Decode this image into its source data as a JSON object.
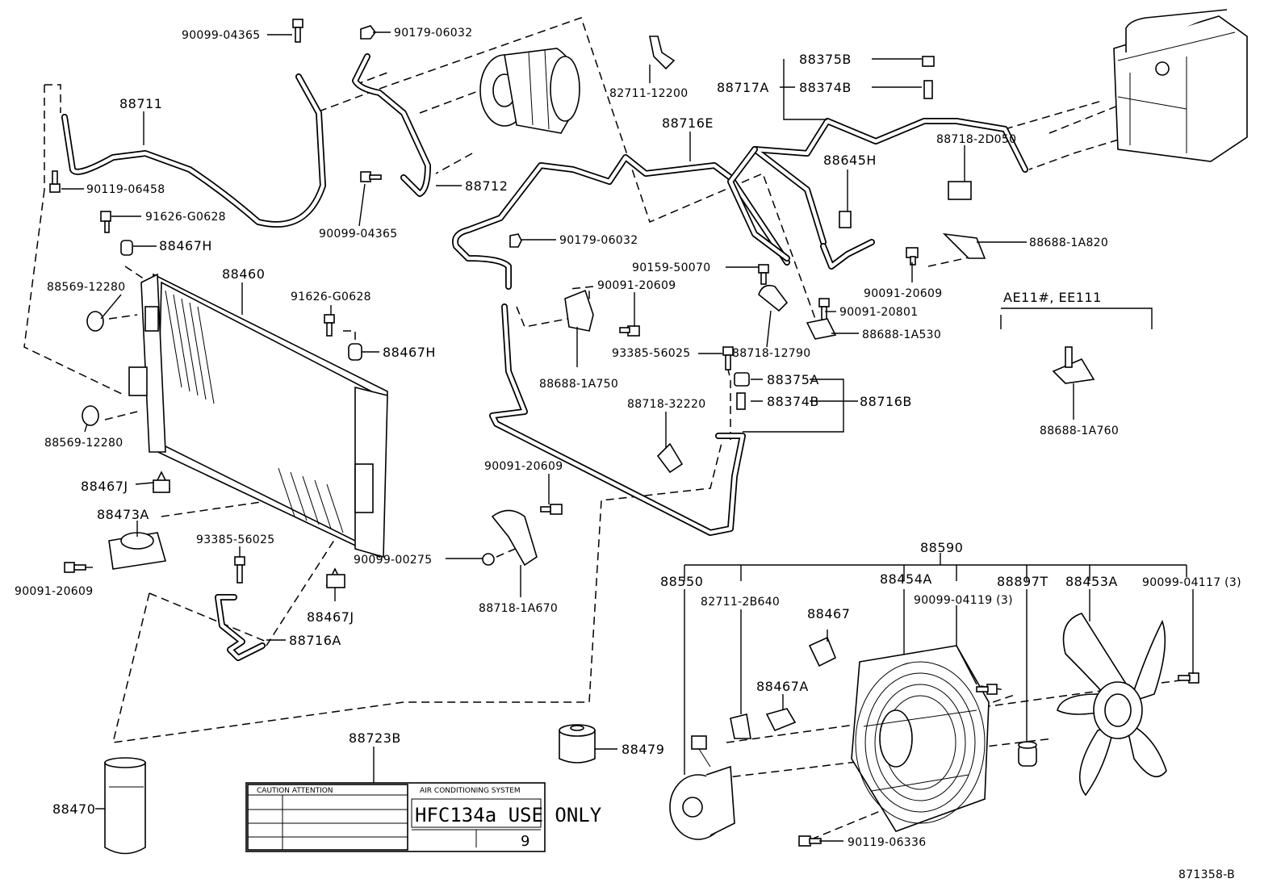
{
  "labels": {
    "p_90099_04365a": "90099-04365",
    "p_90179_06032a": "90179-06032",
    "p_88711": "88711",
    "p_90119_06458": "90119-06458",
    "p_88712": "88712",
    "p_90099_04365b": "90099-04365",
    "p_91626_G0628a": "91626-G0628",
    "p_88467Ha": "88467H",
    "p_88460": "88460",
    "p_88569_12280a": "88569-12280",
    "p_91626_G0628b": "91626-G0628",
    "p_88467Hb": "88467H",
    "p_88569_12280b": "88569-12280",
    "p_88467Ja": "88467J",
    "p_88473A": "88473A",
    "p_90091_20609a": "90091-20609",
    "p_93385_56025a": "93385-56025",
    "p_88467Jb": "88467J",
    "p_88716A": "88716A",
    "p_82711_12200": "82711-12200",
    "p_88716E": "88716E",
    "p_90179_06032b": "90179-06032",
    "p_90091_20609b": "90091-20609",
    "p_88688_1A750": "88688-1A750",
    "p_93385_56025b": "93385-56025",
    "p_88718_12790": "88718-12790",
    "p_90159_50070": "90159-50070",
    "p_88375B": "88375B",
    "p_88717A": "88717A",
    "p_88374Ba": "88374B",
    "p_88718_2D050": "88718-2D050",
    "p_88645H": "88645H",
    "p_88688_1A820": "88688-1A820",
    "p_90091_20609c": "90091-20609",
    "p_90091_20801": "90091-20801",
    "p_88688_1A530": "88688-1A530",
    "p_88375A": "88375A",
    "p_88374Bb": "88374B",
    "p_88716B": "88716B",
    "p_88718_32220": "88718-32220",
    "p_90091_20609d": "90091-20609",
    "p_90099_00275": "90099-00275",
    "p_88718_1A670": "88718-1A670",
    "p_AE11": "AE11#, EE111",
    "p_88688_1A760": "88688-1A760",
    "p_88590": "88590",
    "p_88550": "88550",
    "p_82711_2B640": "82711-2B640",
    "p_88454A": "88454A",
    "p_90099_04119": "90099-04119 (3)",
    "p_88897T": "88897T",
    "p_88453A": "88453A",
    "p_90099_04117": "90099-04117 (3)",
    "p_88467": "88467",
    "p_88467A": "88467A",
    "p_88723B": "88723B",
    "p_88479": "88479",
    "p_88470": "88470",
    "p_90119_06336": "90119-06336",
    "p_871358B": "871358-B"
  },
  "caution_label": {
    "header": "CAUTION   ATTENTION",
    "header_right": "AIR CONDITIONING SYSTEM",
    "big_text": "HFC134a USE ONLY",
    "number": "9"
  }
}
